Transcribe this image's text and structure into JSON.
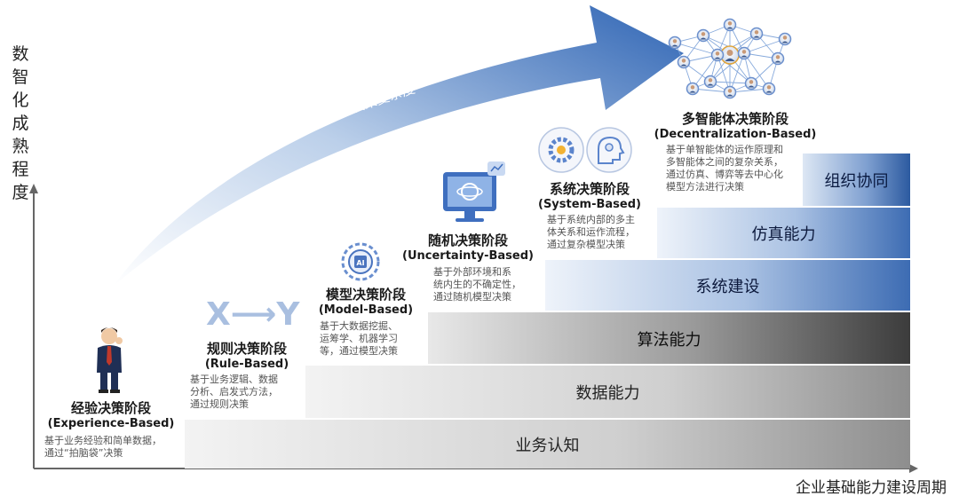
{
  "axes": {
    "y_title": "数智化成熟程度",
    "x_title": "企业基础能力建设周期"
  },
  "arrow_label": "决策复杂度",
  "xy_text": "X⟶Y",
  "bands": [
    {
      "label": "业务认知"
    },
    {
      "label": "数据能力"
    },
    {
      "label": "算法能力"
    },
    {
      "label": "系统建设"
    },
    {
      "label": "仿真能力"
    },
    {
      "label": "组织协同"
    }
  ],
  "stages": [
    {
      "title": "经验决策阶段",
      "subtitle": "(Experience-Based)",
      "desc": [
        "基于业务经验和简单数据，",
        "通过“拍脑袋”决策"
      ]
    },
    {
      "title": "规则决策阶段",
      "subtitle": "(Rule-Based)",
      "desc": [
        "基于业务逻辑、数据",
        "分析、启发式方法，",
        "通过规则决策"
      ]
    },
    {
      "title": "模型决策阶段",
      "subtitle": "(Model-Based)",
      "desc": [
        "基于大数据挖掘、",
        "运筹学、机器学习",
        "等，通过模型决策"
      ]
    },
    {
      "title": "随机决策阶段",
      "subtitle": "(Uncertainty-Based)",
      "desc": [
        "基于外部环境和系",
        "统内生的不确定性，",
        "通过随机模型决策"
      ]
    },
    {
      "title": "系统决策阶段",
      "subtitle": "(System-Based)",
      "desc": [
        "基于系统内部的多主",
        "体关系和运作流程，",
        "通过复杂模型决策"
      ]
    },
    {
      "title": "多智能体决策阶段",
      "subtitle": "(Decentralization-Based)",
      "desc": [
        "基于单智能体的运作原理和",
        "多智能体之间的复杂关系，",
        "通过仿真、博弈等去中心化",
        "模型方法进行决策"
      ]
    }
  ],
  "icons": [
    "businessman-icon",
    "ai-chip-icon",
    "computer-brain-icon",
    "gear-icon",
    "head-brain-icon",
    "network-people-icon"
  ]
}
